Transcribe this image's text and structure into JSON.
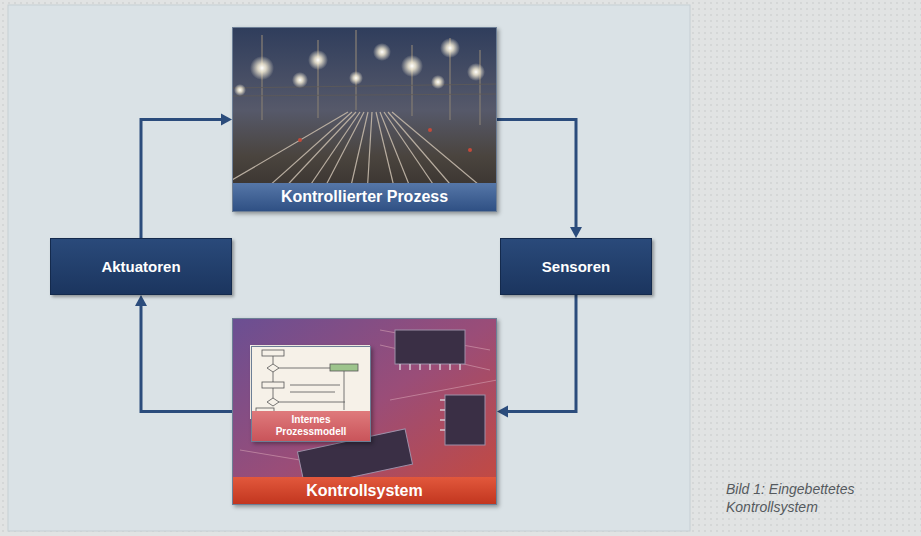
{
  "diagram": {
    "caption": "Bild 1: Eingebettetes Kontrollsystem",
    "nodes": [
      {
        "text": [
          "Kontrollierter Prozess"
        ]
      },
      {
        "text": [
          "Aktuatoren"
        ]
      },
      {
        "text": [
          "Sensoren"
        ]
      },
      {
        "text": [
          "Kontrollsystem"
        ]
      },
      {
        "text": [
          "Internes Prozessmodell"
        ],
        "in": 3
      }
    ],
    "edges": [
      {
        "from": 0,
        "to": 2,
        "arrow": "to"
      },
      {
        "from": 2,
        "to": 3,
        "arrow": "to"
      },
      {
        "from": 3,
        "to": 1,
        "arrow": "to"
      },
      {
        "from": 1,
        "to": 0,
        "arrow": "to"
      }
    ]
  }
}
